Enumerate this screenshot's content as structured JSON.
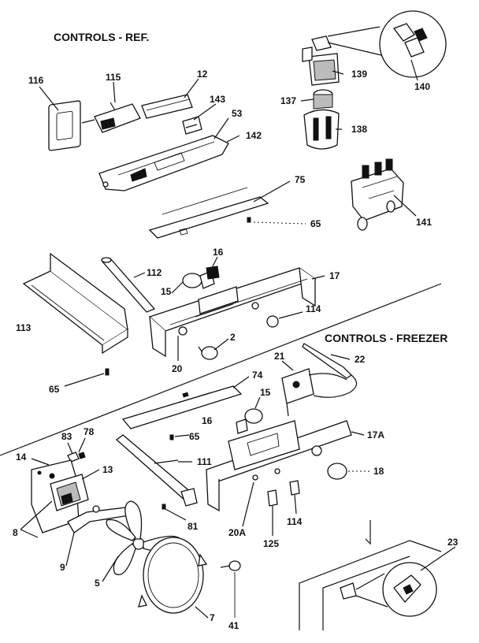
{
  "headings": {
    "ref": "CONTROLS - REF.",
    "freezer": "CONTROLS - FREEZER"
  },
  "parts": {
    "p116": "116",
    "p115": "115",
    "p12": "12",
    "p143": "143",
    "p53": "53",
    "p142": "142",
    "p75": "75",
    "p65a": "65",
    "p139": "139",
    "p137": "137",
    "p138": "138",
    "p140": "140",
    "p141": "141",
    "p16a": "16",
    "p17": "17",
    "p15a": "15",
    "p112": "112",
    "p113": "113",
    "p114a": "114",
    "p2": "2",
    "p20": "20",
    "p65b": "65",
    "p21": "21",
    "p22": "22",
    "p74": "74",
    "p15b": "15",
    "p16b": "16",
    "p65c": "65",
    "p17a": "17A",
    "p83": "83",
    "p78": "78",
    "p14": "14",
    "p13": "13",
    "p111": "111",
    "p18": "18",
    "p8": "8",
    "p81": "81",
    "p20a": "20A",
    "p114b": "114",
    "p125": "125",
    "p9": "9",
    "p5": "5",
    "p23": "23",
    "p7": "7",
    "p41": "41"
  }
}
